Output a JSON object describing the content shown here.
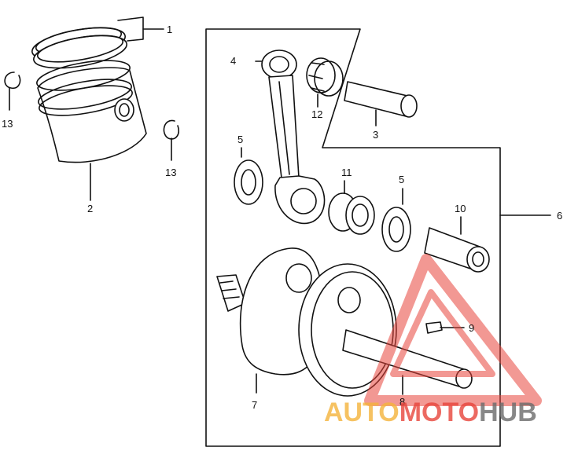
{
  "callouts": [
    {
      "id": "1",
      "text": "1"
    },
    {
      "id": "2",
      "text": "2"
    },
    {
      "id": "3",
      "text": "3"
    },
    {
      "id": "4",
      "text": "4"
    },
    {
      "id": "5a",
      "text": "5"
    },
    {
      "id": "5b",
      "text": "5"
    },
    {
      "id": "6",
      "text": "6"
    },
    {
      "id": "7",
      "text": "7"
    },
    {
      "id": "8",
      "text": "8"
    },
    {
      "id": "9",
      "text": "9"
    },
    {
      "id": "10",
      "text": "10"
    },
    {
      "id": "11",
      "text": "11"
    },
    {
      "id": "12",
      "text": "12"
    },
    {
      "id": "13a",
      "text": "13"
    },
    {
      "id": "13b",
      "text": "13"
    }
  ],
  "watermark": {
    "part1": "AUTO",
    "part2": "MOTO",
    "part3": "HUB",
    "color_orange": "#f5b43c",
    "color_red": "#e8453c",
    "color_gray": "#6b6b6b"
  }
}
